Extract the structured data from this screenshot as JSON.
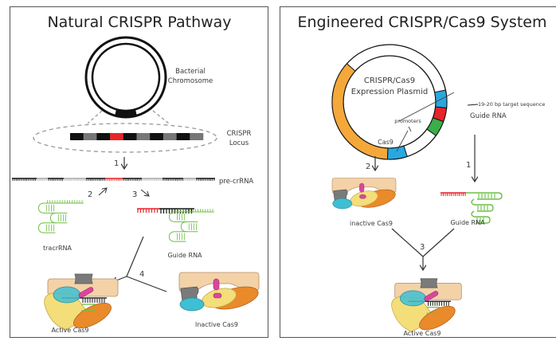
{
  "left_panel": {
    "title": "Natural CRISPR Pathway",
    "chromosome_label_line1": "Bacterial",
    "chromosome_label_line2": "Chromosome",
    "locus_label_line1": "CRISPR",
    "locus_label_line2": "Locus",
    "step1": "1",
    "step2": "2",
    "step3": "3",
    "step4": "4",
    "precrrna_label": "pre-crRNA",
    "tracrrna_label": "tracrRNA",
    "guide_rna_label": "Guide RNA",
    "active_cas9_label": "Active Cas9",
    "inactive_cas9_label": "Inactive Cas9"
  },
  "right_panel": {
    "title": "Engineered CRISPR/Cas9 System",
    "plasmid_label_line1": "CRISPR/Cas9",
    "plasmid_label_line2": "Expression Plasmid",
    "promoters_label": "promoters",
    "target_label": "19-20 bp target sequence",
    "guide_rna_plasmid_label": "Guide RNA",
    "cas9_label": "Cas9",
    "step1": "1",
    "step2": "2",
    "step3": "3",
    "inactive_cas9_label": "inactive Cas9",
    "guide_rna_label": "Guide RNA",
    "active_cas9_label": "Active Cas9"
  },
  "colors": {
    "cas9_orange": "#f5a83a",
    "promoter_blue": "#29a8e0",
    "target_red": "#e8232a",
    "guide_green": "#3aae49",
    "rna_green": "#6dbf45",
    "protein_tan": "#f3d2a8",
    "protein_yellow": "#f3de7a",
    "protein_orange": "#e98a2b",
    "protein_cyan": "#3fbfd4",
    "protein_gray": "#7a7a7a",
    "protein_pink": "#d9479b"
  }
}
